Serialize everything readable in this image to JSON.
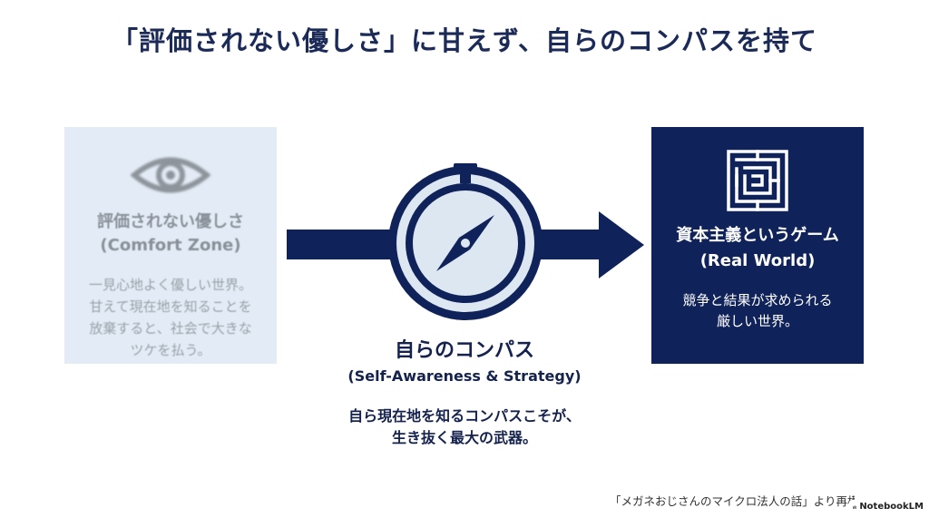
{
  "title": "「評価されない優しさ」に甘えず、自らのコンパスを持て",
  "comfort": {
    "heading": "評価されない優しさ",
    "subheading": "(Comfort Zone)",
    "lines": [
      "一見心地よく優しい世界。",
      "甘えて現在地を知ることを",
      "放棄すると、社会で大きな",
      "ツケを払う。"
    ],
    "icon": "eye-icon"
  },
  "compass": {
    "heading": "自らのコンパス",
    "subheading": "(Self-Awareness & Strategy)",
    "lines": [
      "自ら現在地を知るコンパスこそが、",
      "生き抜く最大の武器。"
    ],
    "icon": "compass-icon"
  },
  "real_world": {
    "heading": "資本主義というゲーム",
    "subheading": "(Real World)",
    "lines": [
      "競争と結果が求められる",
      "厳しい世界。"
    ],
    "icon": "maze-icon"
  },
  "footer": {
    "source": "「メガネおじさんのマイクロ法人の話」より再構築",
    "badge": "NotebookLM"
  },
  "colors": {
    "navy": "#0f2259",
    "light_card": "#e3ecf6",
    "compass_ring": "#dde7f2"
  }
}
